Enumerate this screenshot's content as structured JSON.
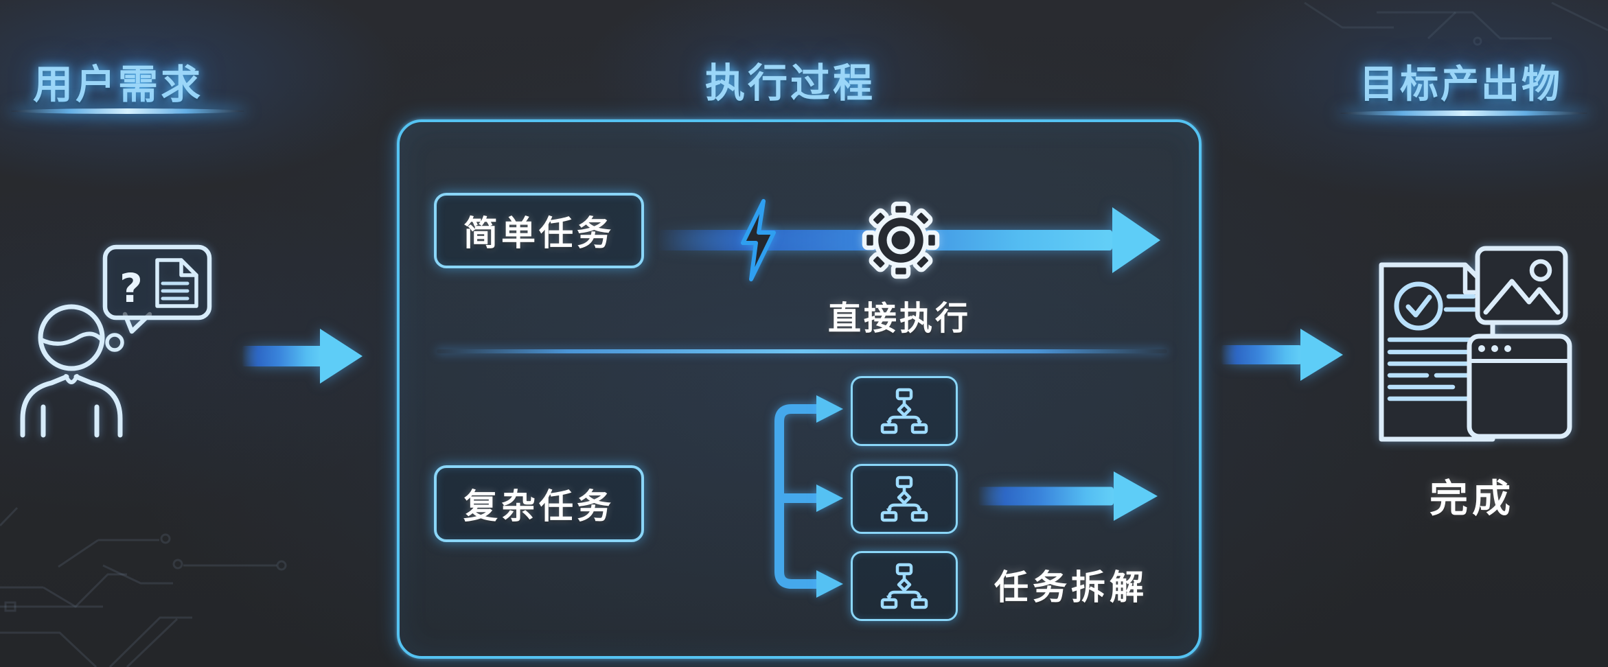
{
  "sections": {
    "user_demand": {
      "title": "用户需求",
      "bubble_symbol": "?"
    },
    "process": {
      "title": "执行过程",
      "simple_task_label": "简单任务",
      "direct_execute_label": "直接执行",
      "complex_task_label": "复杂任务",
      "task_decompose_label": "任务拆解"
    },
    "deliverables": {
      "title": "目标产出物",
      "done_label": "完成"
    }
  },
  "icons": {
    "user": "person-with-speech-bubble-icon",
    "bubble_document": "document-icon",
    "lightning": "lightning-bolt-icon",
    "gear": "gear-icon",
    "subtask_tree": "task-tree-icon",
    "document_check": "document-with-checkmark-icon",
    "picture": "image-icon",
    "browser": "browser-window-icon"
  },
  "colors": {
    "background": "#26282c",
    "panel_border": "#55c3f2",
    "box_border": "#8ad6f8",
    "arrow_deep_blue": "#2a63c8",
    "arrow_cyan": "#5ecdf7",
    "branch_blue": "#45a8ec",
    "title_blue": "#9bd6f8",
    "text_white": "#ffffff",
    "icon_outline": "#d7ecfa",
    "tree_icon_blue": "#9fdcff"
  }
}
